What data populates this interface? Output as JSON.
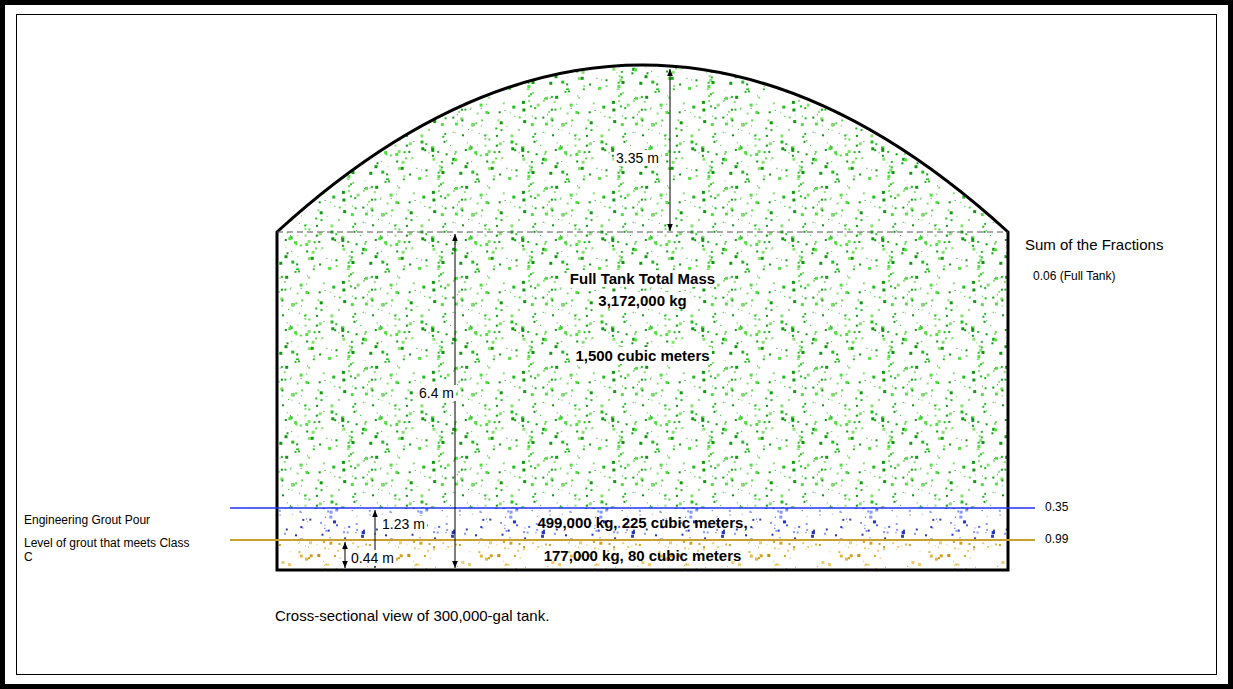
{
  "diagram": {
    "caption": "Cross-sectional view of 300,000-gal tank.",
    "nodes": [
      {
        "text": [
          "Full Tank Total Mass",
          "3,172,000 kg",
          "1,500 cubic meters"
        ]
      },
      {
        "text": [
          "499,000 kg, 225 cubic meters,"
        ],
        "in": 0
      },
      {
        "text": [
          "177,000 kg, 80 cubic meters"
        ],
        "in": 0
      }
    ],
    "labels": [
      "3.35 m",
      "6.4 m",
      "Engineering Grout Pour",
      "1.23 m",
      "Level of grout that meets Class C",
      "0.44 m",
      "Sum of the Fractions",
      "0.06 (Full Tank)",
      "0.35",
      "0.99"
    ]
  }
}
